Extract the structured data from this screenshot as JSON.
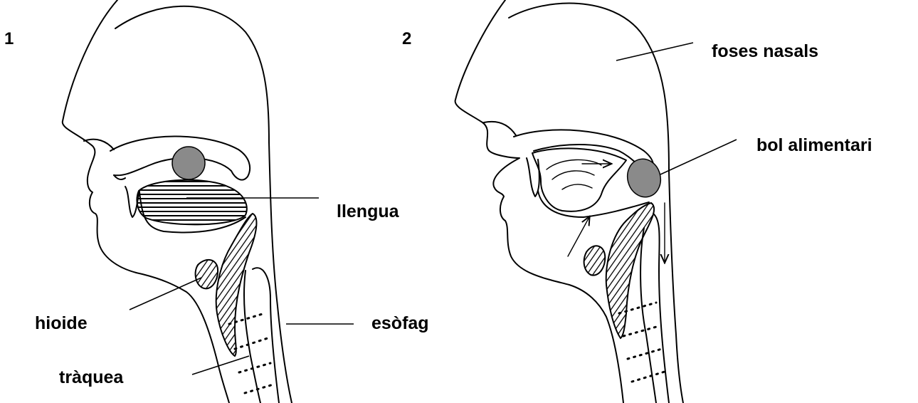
{
  "panels": [
    {
      "number": "1"
    },
    {
      "number": "2"
    }
  ],
  "labels": {
    "llengua": "llengua",
    "hioide": "hioide",
    "traquea": "tràquea",
    "esofag": "esòfag",
    "foses_nasals": "foses nasals",
    "bol_alimentari": "bol alimentari"
  },
  "colors": {
    "line": "#000000",
    "bolus": "#8a8a8a",
    "background": "#ffffff"
  }
}
